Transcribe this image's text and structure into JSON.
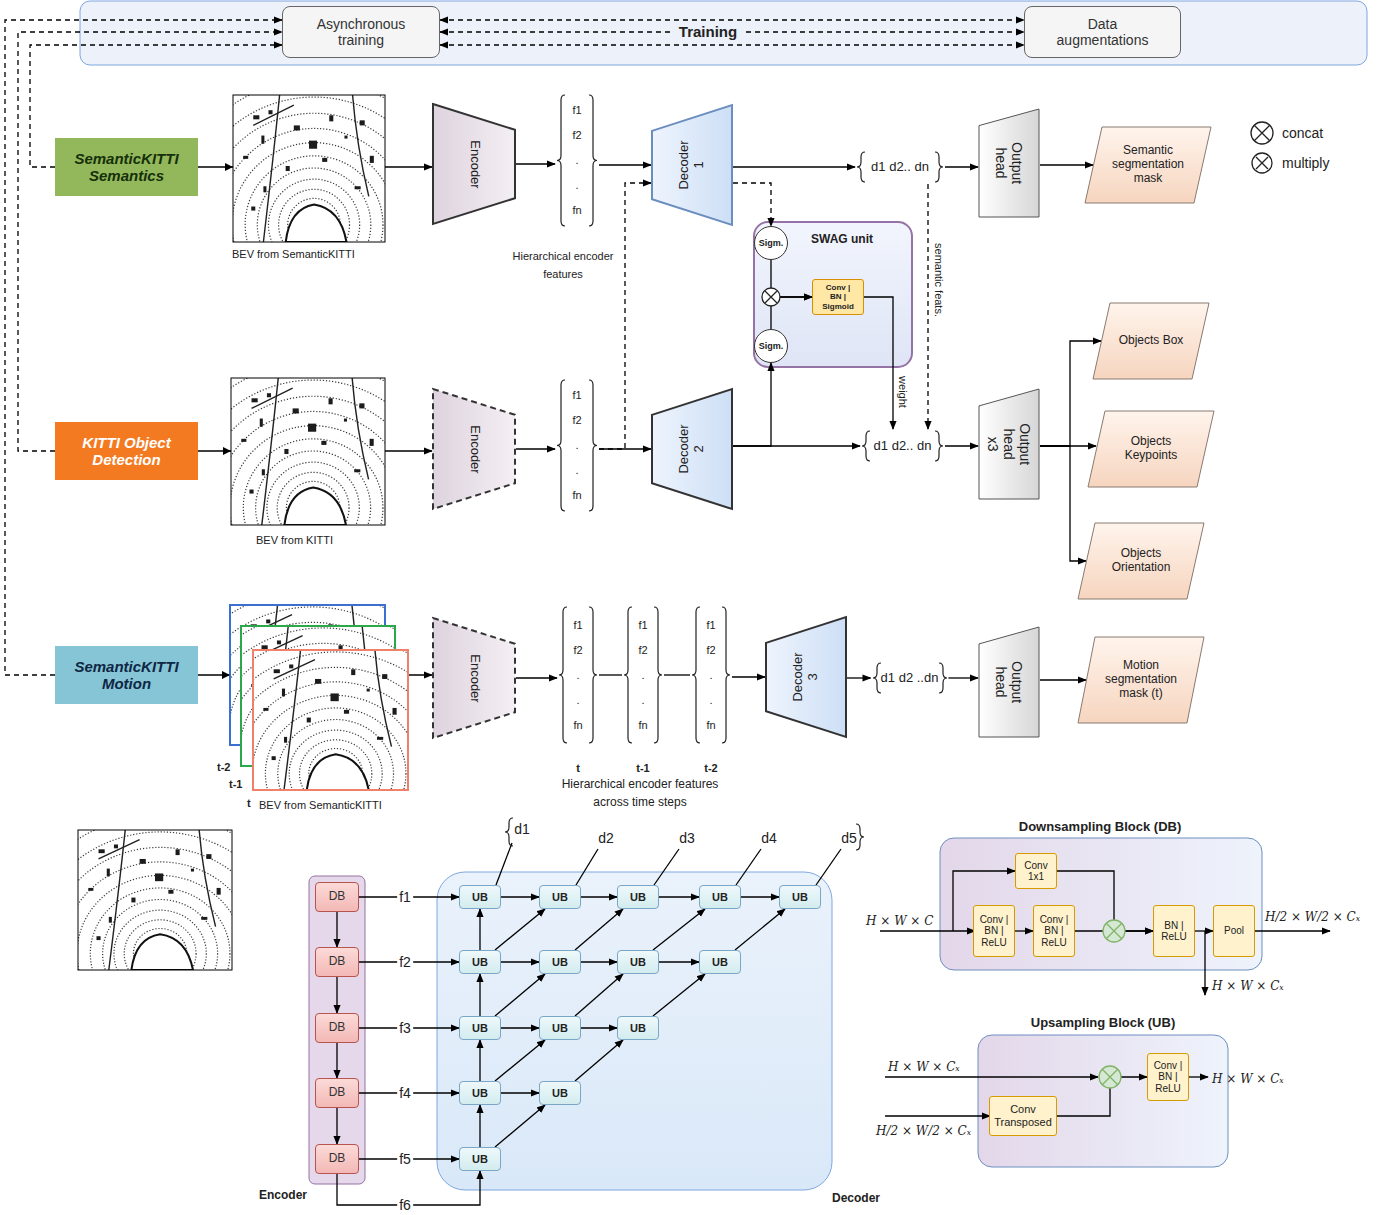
{
  "diagram": {
    "nodes": [
      {
        "text": [
          "Training"
        ]
      },
      {
        "text": [
          "Asynchronous training"
        ],
        "in": 0
      },
      {
        "text": [
          "Data augmentations"
        ],
        "in": 0
      },
      {
        "text": [
          "SemanticKITTI Semantics"
        ]
      },
      {
        "text": [
          "Encoder"
        ]
      },
      {
        "text": [
          "f1 f2 . . fn"
        ]
      },
      {
        "text": [
          "Decoder 1"
        ]
      },
      {
        "text": [
          "d1 d2.. dn"
        ]
      },
      {
        "text": [
          "Output head"
        ]
      },
      {
        "text": [
          "Semantic segmentation mask"
        ]
      },
      {
        "text": [
          "SWAG unit"
        ]
      },
      {
        "text": [
          "Sigm."
        ],
        "in": 10
      },
      {
        "text": [
          "Conv | BN | Sigmoid"
        ],
        "in": 10
      },
      {
        "text": [
          "Sigm."
        ],
        "in": 10
      },
      {
        "text": [
          "KITTI Object Detection"
        ]
      },
      {
        "text": [
          "Encoder"
        ]
      },
      {
        "text": [
          "f1 f2 . . fn"
        ]
      },
      {
        "text": [
          "Decoder 2"
        ]
      },
      {
        "text": [
          "d1 d2.. dn"
        ]
      },
      {
        "text": [
          "Output head x3"
        ]
      },
      {
        "text": [
          "Objects Box"
        ]
      },
      {
        "text": [
          "Objects Keypoints"
        ]
      },
      {
        "text": [
          "Objects Orientation"
        ]
      },
      {
        "text": [
          "SemanticKITTI Motion"
        ]
      },
      {
        "text": [
          "Encoder"
        ]
      },
      {
        "text": [
          "f1 f2 . . fn"
        ]
      },
      {
        "text": [
          "f1 f2 . . fn"
        ]
      },
      {
        "text": [
          "f1 f2 . . fn"
        ]
      },
      {
        "text": [
          "Decoder 3"
        ]
      },
      {
        "text": [
          "d1 d2 ..dn"
        ]
      },
      {
        "text": [
          "Output head"
        ]
      },
      {
        "text": [
          "Motion segmentation mask (t)"
        ]
      },
      {
        "text": [
          "Encoder"
        ]
      },
      {
        "text": [
          "DB"
        ],
        "in": 32
      },
      {
        "text": [
          "DB"
        ],
        "in": 32
      },
      {
        "text": [
          "DB"
        ],
        "in": 32
      },
      {
        "text": [
          "DB"
        ],
        "in": 32
      },
      {
        "text": [
          "DB"
        ],
        "in": 32
      },
      {
        "text": [
          "Decoder"
        ]
      },
      {
        "text": [
          "UB"
        ],
        "in": 38
      },
      {
        "text": [
          "UB"
        ],
        "in": 38
      },
      {
        "text": [
          "UB"
        ],
        "in": 38
      },
      {
        "text": [
          "UB"
        ],
        "in": 38
      },
      {
        "text": [
          "UB"
        ],
        "in": 38
      },
      {
        "text": [
          "UB"
        ],
        "in": 38
      },
      {
        "text": [
          "UB"
        ],
        "in": 38
      },
      {
        "text": [
          "UB"
        ],
        "in": 38
      },
      {
        "text": [
          "UB"
        ],
        "in": 38
      },
      {
        "text": [
          "UB"
        ],
        "in": 38
      },
      {
        "text": [
          "UB"
        ],
        "in": 38
      },
      {
        "text": [
          "UB"
        ],
        "in": 38
      },
      {
        "text": [
          "UB"
        ],
        "in": 38
      },
      {
        "text": [
          "UB"
        ],
        "in": 38
      },
      {
        "text": [
          "UB"
        ],
        "in": 38
      },
      {
        "text": [
          "Downsampling Block (DB)"
        ]
      },
      {
        "text": [
          "Conv 1x1"
        ],
        "in": 54
      },
      {
        "text": [
          "Conv | BN | ReLU"
        ],
        "in": 54
      },
      {
        "text": [
          "Conv | BN | ReLU"
        ],
        "in": 54
      },
      {
        "text": [
          "BN | ReLU"
        ],
        "in": 54
      },
      {
        "text": [
          "Pool"
        ],
        "in": 54
      },
      {
        "text": [
          "Upsampling Block (UB)"
        ]
      },
      {
        "text": [
          "Conv Transposed"
        ],
        "in": 60
      },
      {
        "text": [
          "Conv | BN | ReLU"
        ],
        "in": 60
      }
    ],
    "edges": [
      {
        "from": 1,
        "to": 2,
        "arrow": "both"
      },
      {
        "from": 1,
        "to": 2,
        "arrow": "both"
      },
      {
        "from": 1,
        "to": 2,
        "arrow": "both"
      },
      {
        "from": 23,
        "to": 1,
        "arrow": "to"
      },
      {
        "from": 14,
        "to": 1,
        "arrow": "to"
      },
      {
        "from": 3,
        "to": 1,
        "arrow": "to"
      },
      {
        "from": 3,
        "to": 4,
        "arrow": "to"
      },
      {
        "from": 4,
        "to": 5,
        "arrow": "to"
      },
      {
        "from": 5,
        "to": 6,
        "arrow": "to"
      },
      {
        "from": 6,
        "to": 7,
        "arrow": "to"
      },
      {
        "from": 7,
        "to": 8,
        "arrow": "to"
      },
      {
        "from": 8,
        "to": 9,
        "arrow": "to"
      },
      {
        "from": 16,
        "to": 6,
        "arrow": "to"
      },
      {
        "from": 6,
        "to": 11,
        "arrow": "to"
      },
      {
        "from": 7,
        "to": 18,
        "arrow": "to",
        "label": "semantic feats."
      },
      {
        "from": 11,
        "to": 12,
        "arrow": "to"
      },
      {
        "from": 13,
        "to": 12,
        "arrow": "to"
      },
      {
        "from": 12,
        "to": 18,
        "arrow": "to",
        "label": "weight"
      },
      {
        "from": 17,
        "to": 13,
        "arrow": "to"
      },
      {
        "from": 14,
        "to": 15,
        "arrow": "to"
      },
      {
        "from": 15,
        "to": 16,
        "arrow": "to"
      },
      {
        "from": 16,
        "to": 17,
        "arrow": "to"
      },
      {
        "from": 17,
        "to": 18,
        "arrow": "to"
      },
      {
        "from": 18,
        "to": 19,
        "arrow": "to"
      },
      {
        "from": 19,
        "to": 20,
        "arrow": "to"
      },
      {
        "from": 19,
        "to": 21,
        "arrow": "to"
      },
      {
        "from": 19,
        "to": 22,
        "arrow": "to"
      },
      {
        "from": 23,
        "to": 24,
        "arrow": "to"
      },
      {
        "from": 24,
        "to": 25,
        "arrow": "to"
      },
      {
        "from": 25,
        "to": 26,
        "arrow": "none"
      },
      {
        "from": 26,
        "to": 27,
        "arrow": "none"
      },
      {
        "from": 27,
        "to": 28,
        "arrow": "to"
      },
      {
        "from": 28,
        "to": 29,
        "arrow": "to"
      },
      {
        "from": 29,
        "to": 30,
        "arrow": "to"
      },
      {
        "from": 30,
        "to": 31,
        "arrow": "to"
      },
      {
        "from": 33,
        "to": 34,
        "arrow": "to"
      },
      {
        "from": 34,
        "to": 35,
        "arrow": "to"
      },
      {
        "from": 35,
        "to": 36,
        "arrow": "to"
      },
      {
        "from": 36,
        "to": 37,
        "arrow": "to"
      },
      {
        "from": 33,
        "to": 39,
        "arrow": "to",
        "label": "f1"
      },
      {
        "from": 34,
        "to": 44,
        "arrow": "to",
        "label": "f2"
      },
      {
        "from": 35,
        "to": 48,
        "arrow": "to",
        "label": "f3"
      },
      {
        "from": 36,
        "to": 51,
        "arrow": "to",
        "label": "f4"
      },
      {
        "from": 37,
        "to": 53,
        "arrow": "to",
        "label": "f5"
      },
      {
        "from": 37,
        "to": 53,
        "arrow": "to",
        "label": "f6"
      },
      {
        "from": 39,
        "to": 40,
        "arrow": "to"
      },
      {
        "from": 40,
        "to": 41,
        "arrow": "to"
      },
      {
        "from": 41,
        "to": 42,
        "arrow": "to"
      },
      {
        "from": 42,
        "to": 43,
        "arrow": "to"
      },
      {
        "from": 44,
        "to": 45,
        "arrow": "to"
      },
      {
        "from": 45,
        "to": 46,
        "arrow": "to"
      },
      {
        "from": 46,
        "to": 47,
        "arrow": "to"
      },
      {
        "from": 48,
        "to": 49,
        "arrow": "to"
      },
      {
        "from": 49,
        "to": 50,
        "arrow": "to"
      },
      {
        "from": 51,
        "to": 52,
        "arrow": "to"
      },
      {
        "from": 44,
        "to": 40,
        "arrow": "to"
      },
      {
        "from": 45,
        "to": 41,
        "arrow": "to"
      },
      {
        "from": 46,
        "to": 42,
        "arrow": "to"
      },
      {
        "from": 47,
        "to": 43,
        "arrow": "to"
      },
      {
        "from": 48,
        "to": 45,
        "arrow": "to"
      },
      {
        "from": 49,
        "to": 46,
        "arrow": "to"
      },
      {
        "from": 50,
        "to": 47,
        "arrow": "to"
      },
      {
        "from": 51,
        "to": 49,
        "arrow": "to"
      },
      {
        "from": 52,
        "to": 50,
        "arrow": "to"
      },
      {
        "from": 53,
        "to": 52,
        "arrow": "to"
      },
      {
        "from": 53,
        "to": 51,
        "arrow": "to"
      },
      {
        "from": 51,
        "to": 48,
        "arrow": "to"
      },
      {
        "from": 48,
        "to": 44,
        "arrow": "to"
      },
      {
        "from": 44,
        "to": 39,
        "arrow": "to"
      },
      {
        "from": 56,
        "to": 57,
        "arrow": "to"
      },
      {
        "from": 57,
        "to": 58,
        "arrow": "to"
      },
      {
        "from": 55,
        "to": 58,
        "arrow": "to"
      },
      {
        "from": 58,
        "to": 59,
        "arrow": "to"
      },
      {
        "from": 61,
        "to": 62,
        "arrow": "to"
      }
    ],
    "labels": [
      "BEV from SemanticKITTI",
      "Hierarchical encoder features",
      "BEV from KITTI",
      "t-2",
      "t-1",
      "t",
      "BEV from SemanticKITTI",
      "t",
      "t-1",
      "t-2",
      "Hierarchical encoder features across time steps",
      "d1",
      "d2",
      "d3",
      "d4",
      "d5",
      "H × W × C",
      "H/2 × W/2 × Cₓ",
      "H × W × Cₓ",
      "H × W × Cₓ",
      "H/2 × W/2 × Cₓ",
      "H × W × Cₓ"
    ],
    "legend": [
      {
        "text": "concat"
      },
      {
        "text": "multiply"
      }
    ]
  }
}
